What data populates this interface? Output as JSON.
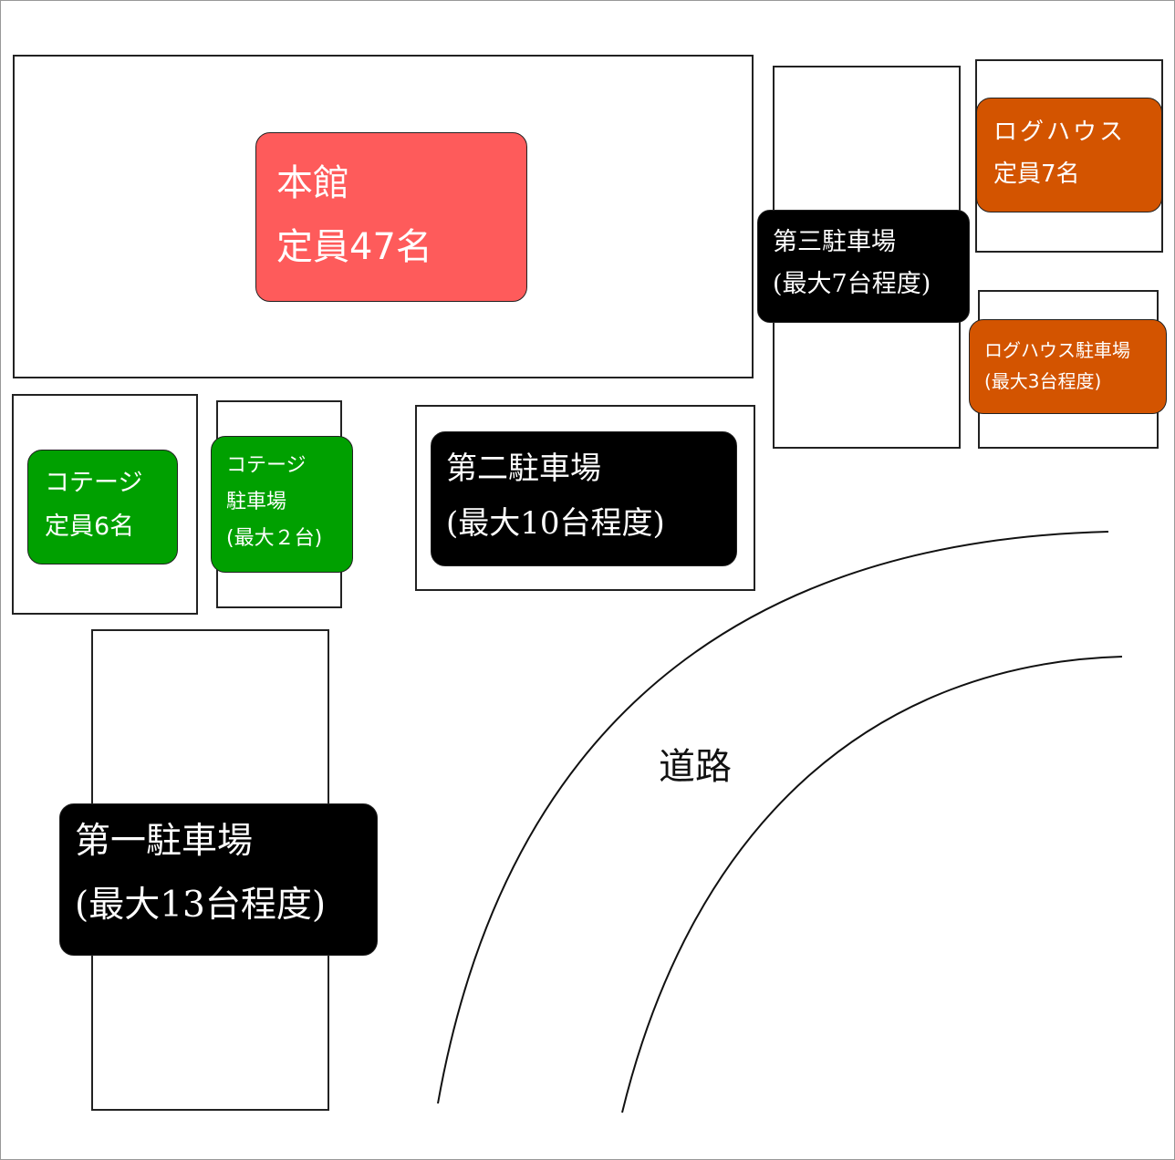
{
  "colors": {
    "main": "#fe5b5b",
    "cottage": "#00a000",
    "loghouse": "#d35400",
    "parking": "#000000"
  },
  "main_building": {
    "name": "本館",
    "capacity": "定員47名"
  },
  "loghouse": {
    "name": "ログハウス",
    "capacity": "定員7名"
  },
  "loghouse_parking": {
    "name": "ログハウス駐車場",
    "capacity": "(最大3台程度)"
  },
  "parking3": {
    "name": "第三駐車場",
    "capacity": "(最大7台程度)"
  },
  "cottage": {
    "name": "コテージ",
    "capacity": "定員6名"
  },
  "cottage_parking": {
    "line1": "コテージ",
    "line2": "駐車場",
    "capacity": "(最大２台)"
  },
  "parking2": {
    "name": "第二駐車場",
    "capacity": "(最大10台程度)"
  },
  "parking1": {
    "name": "第一駐車場",
    "capacity": "(最大13台程度)"
  },
  "road": {
    "label": "道路"
  }
}
